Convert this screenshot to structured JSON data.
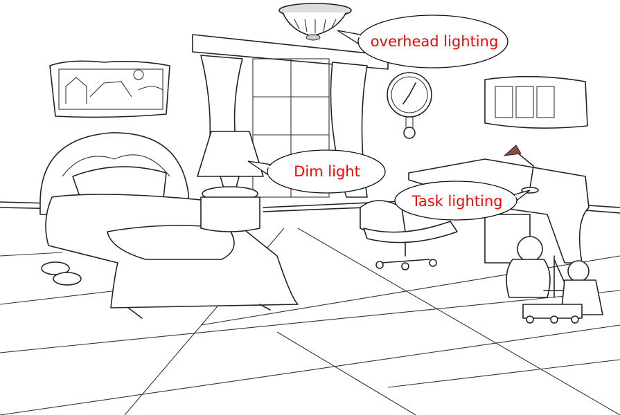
{
  "labels": {
    "overhead": "overhead lighting",
    "dim": "Dim light",
    "task": "Task lighting"
  },
  "colors": {
    "label_text": "#ff0000",
    "line_art": "#222222",
    "background": "#ffffff"
  }
}
